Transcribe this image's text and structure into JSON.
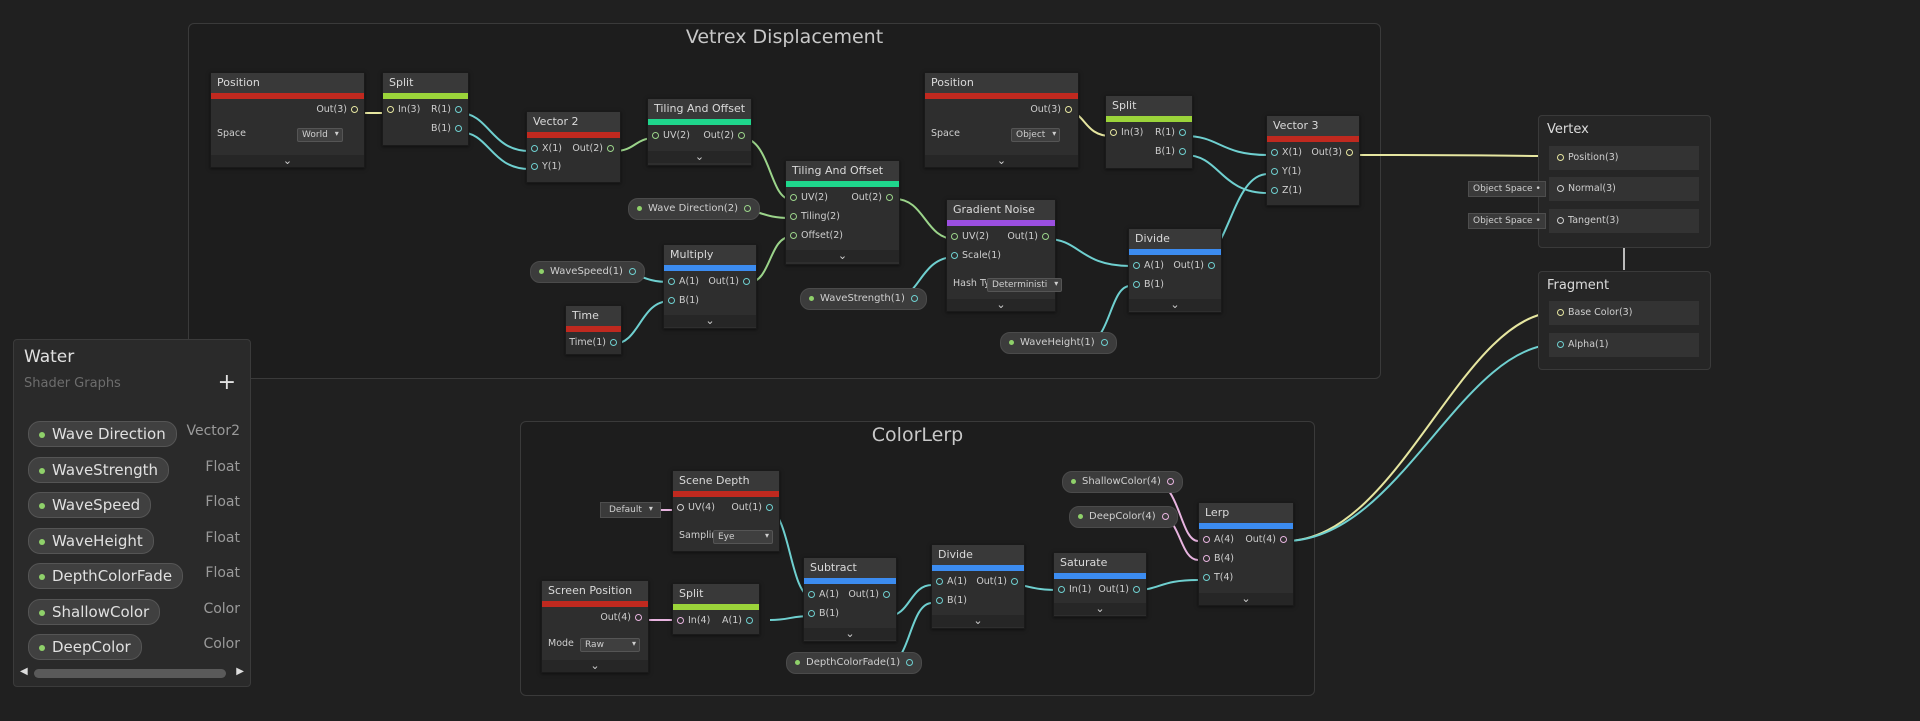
{
  "groups": {
    "vertex_displacement": "Vetrex Displacement",
    "color_lerp": "ColorLerp"
  },
  "colors": {
    "position": "#c0291f",
    "split": "#9bd43a",
    "vector": "#c0291f",
    "tiling": "#1fd68c",
    "multiply": "#3c8cf0",
    "time": "#c0291f",
    "gradient": "#9b4fe0",
    "wire_yellow": "#e6e6a0",
    "wire_cyan": "#6fd0d0",
    "wire_pink": "#e8b4e0"
  },
  "nodes": {
    "position1": {
      "title": "Position",
      "out": "Out(3)",
      "space_label": "Space",
      "space_value": "World"
    },
    "split1": {
      "title": "Split",
      "in": "In(3)",
      "r": "R(1)",
      "b": "B(1)"
    },
    "vector2": {
      "title": "Vector 2",
      "x": "X(1)",
      "y": "Y(1)",
      "out": "Out(2)"
    },
    "tiling1": {
      "title": "Tiling And Offset",
      "uv": "UV(2)",
      "out": "Out(2)"
    },
    "tiling2": {
      "title": "Tiling And Offset",
      "uv": "UV(2)",
      "tiling": "Tiling(2)",
      "offset": "Offset(2)",
      "out": "Out(2)"
    },
    "multiply": {
      "title": "Multiply",
      "a": "A(1)",
      "b": "B(1)",
      "out": "Out(1)"
    },
    "time": {
      "title": "Time",
      "out": "Time(1)"
    },
    "position2": {
      "title": "Position",
      "out": "Out(3)",
      "space_label": "Space",
      "space_value": "Object"
    },
    "split2": {
      "title": "Split",
      "in": "In(3)",
      "r": "R(1)",
      "b": "B(1)"
    },
    "gradient": {
      "title": "Gradient Noise",
      "uv": "UV(2)",
      "scale": "Scale(1)",
      "out": "Out(1)",
      "hash_label": "Hash Ty",
      "hash_value": "Deterministi"
    },
    "divide1": {
      "title": "Divide",
      "a": "A(1)",
      "b": "B(1)",
      "out": "Out(1)"
    },
    "vector3": {
      "title": "Vector 3",
      "x": "X(1)",
      "y": "Y(1)",
      "z": "Z(1)",
      "out": "Out(3)"
    },
    "scene_depth": {
      "title": "Scene Depth",
      "uv": "UV(4)",
      "out": "Out(1)",
      "sampling_label": "Samplin",
      "sampling_value": "Eye",
      "ctrl": "Default"
    },
    "screen_position": {
      "title": "Screen Position",
      "out": "Out(4)",
      "mode_label": "Mode",
      "mode_value": "Raw"
    },
    "split3": {
      "title": "Split",
      "in": "In(4)",
      "a": "A(1)"
    },
    "subtract": {
      "title": "Subtract",
      "a": "A(1)",
      "b": "B(1)",
      "out": "Out(1)"
    },
    "divide2": {
      "title": "Divide",
      "a": "A(1)",
      "b": "B(1)",
      "out": "Out(1)"
    },
    "saturate": {
      "title": "Saturate",
      "in": "In(1)",
      "out": "Out(1)"
    },
    "lerp": {
      "title": "Lerp",
      "a": "A(4)",
      "b": "B(4)",
      "t": "T(4)",
      "out": "Out(4)"
    }
  },
  "properties": {
    "wave_direction": "Wave Direction(2)",
    "wave_speed": "WaveSpeed(1)",
    "wave_strength": "WaveStrength(1)",
    "wave_height": "WaveHeight(1)",
    "shallow_color": "ShallowColor(4)",
    "deep_color": "DeepColor(4)",
    "depth_color_fade": "DepthColorFade(1)"
  },
  "master": {
    "vertex_title": "Vertex",
    "vertex_slots": [
      "Position(3)",
      "Normal(3)",
      "Tangent(3)"
    ],
    "vertex_controls": [
      "Object Space",
      "Object Space"
    ],
    "fragment_title": "Fragment",
    "fragment_slots": [
      "Base Color(3)",
      "Alpha(1)"
    ]
  },
  "blackboard": {
    "title": "Water",
    "subtitle": "Shader Graphs",
    "add": "+",
    "items": [
      {
        "name": "Wave Direction",
        "type": "Vector2"
      },
      {
        "name": "WaveStrength",
        "type": "Float"
      },
      {
        "name": "WaveSpeed",
        "type": "Float"
      },
      {
        "name": "WaveHeight",
        "type": "Float"
      },
      {
        "name": "DepthColorFade",
        "type": "Float"
      },
      {
        "name": "ShallowColor",
        "type": "Color"
      },
      {
        "name": "DeepColor",
        "type": "Color"
      }
    ]
  }
}
